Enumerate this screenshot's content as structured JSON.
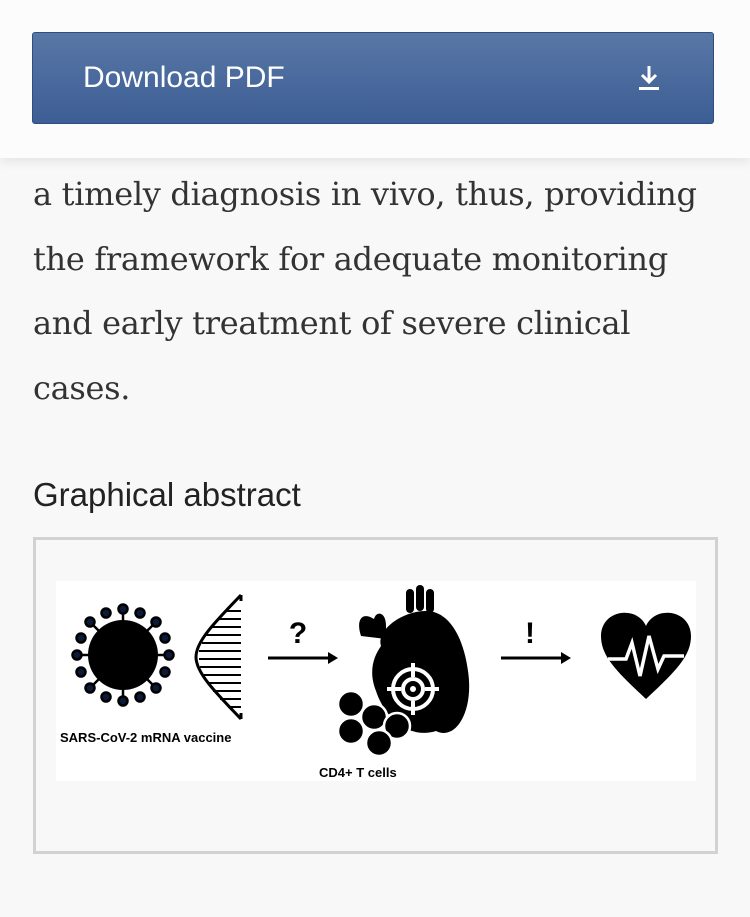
{
  "header": {
    "download_label": "Download PDF",
    "download_icon": "download-icon",
    "accent": "#4a6a9e"
  },
  "body": {
    "lines": [
      "a timely diagnosis in vivo, thus, providing",
      "the framework for adequate monitoring",
      "and early treatment of severe clinical",
      "cases."
    ]
  },
  "graphical_abstract": {
    "title": "Graphical abstract",
    "figure": {
      "label_vaccine": "SARS-CoV-2 mRNA vaccine",
      "label_cells": "CD4+ T cells",
      "arrow1_mark": "?",
      "arrow2_mark": "!"
    }
  }
}
